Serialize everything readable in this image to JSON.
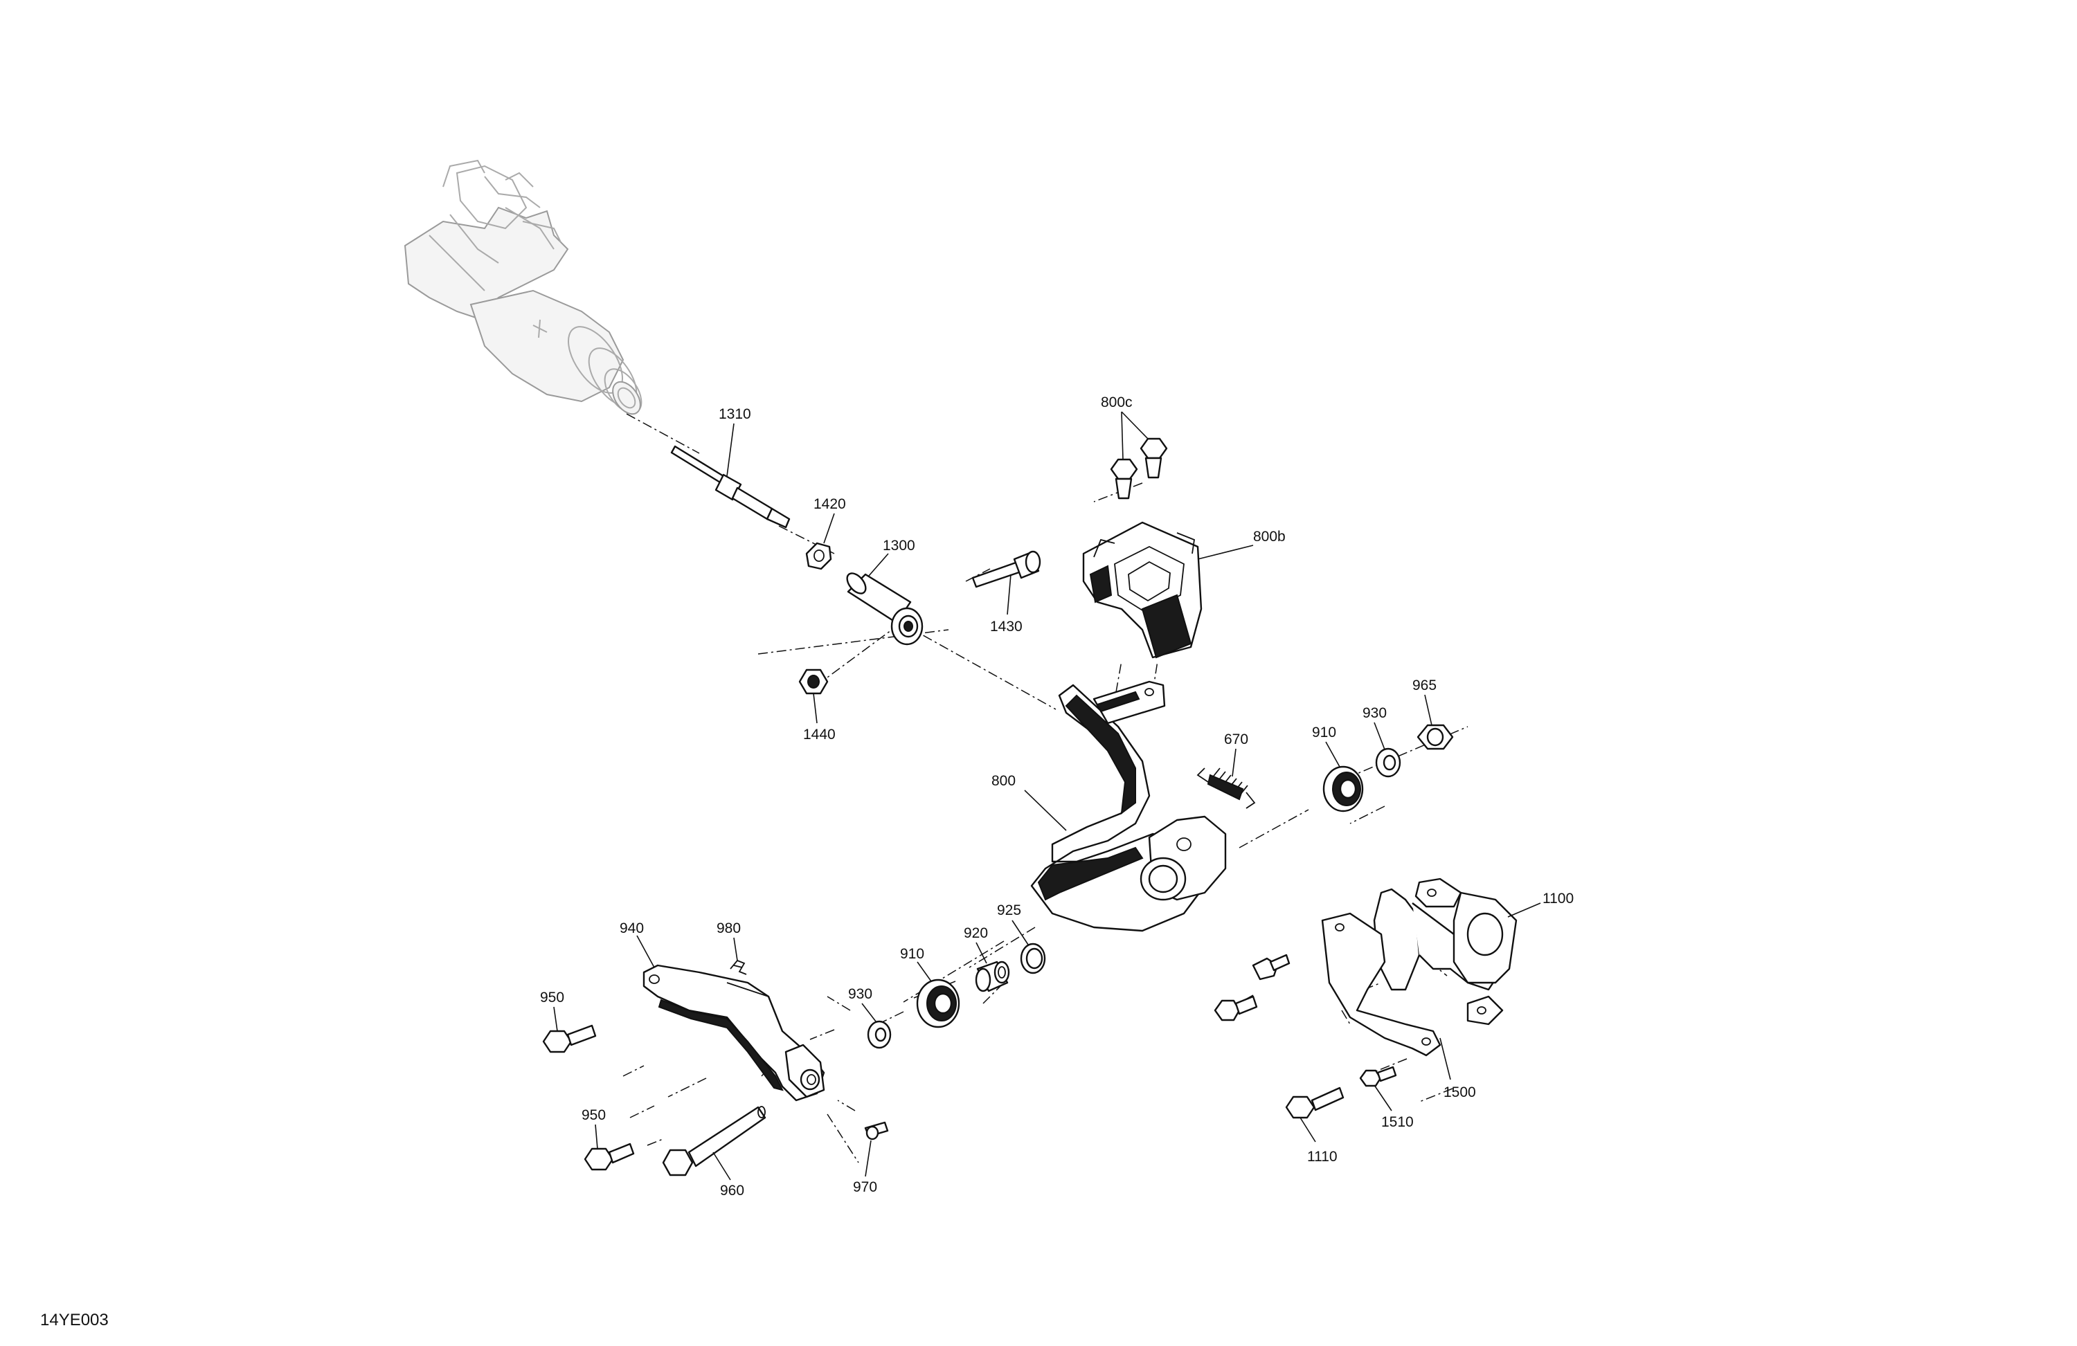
{
  "diagram": {
    "drawing_code": "14YE003",
    "callouts": [
      {
        "id": "1310",
        "text": "1310"
      },
      {
        "id": "1420",
        "text": "1420"
      },
      {
        "id": "1300",
        "text": "1300"
      },
      {
        "id": "1430",
        "text": "1430"
      },
      {
        "id": "1440",
        "text": "1440"
      },
      {
        "id": "800c",
        "text": "800c"
      },
      {
        "id": "800b",
        "text": "800b"
      },
      {
        "id": "800",
        "text": "800"
      },
      {
        "id": "670",
        "text": "670"
      },
      {
        "id": "910a",
        "text": "910"
      },
      {
        "id": "930a",
        "text": "930"
      },
      {
        "id": "965",
        "text": "965"
      },
      {
        "id": "1100",
        "text": "1100"
      },
      {
        "id": "940",
        "text": "940"
      },
      {
        "id": "980",
        "text": "980"
      },
      {
        "id": "950a",
        "text": "950"
      },
      {
        "id": "910b",
        "text": "910"
      },
      {
        "id": "920",
        "text": "920"
      },
      {
        "id": "925",
        "text": "925"
      },
      {
        "id": "930b",
        "text": "930"
      },
      {
        "id": "950b",
        "text": "950"
      },
      {
        "id": "960",
        "text": "960"
      },
      {
        "id": "970",
        "text": "970"
      },
      {
        "id": "1500",
        "text": "1500"
      },
      {
        "id": "1510",
        "text": "1510"
      },
      {
        "id": "1110",
        "text": "1110"
      }
    ]
  }
}
